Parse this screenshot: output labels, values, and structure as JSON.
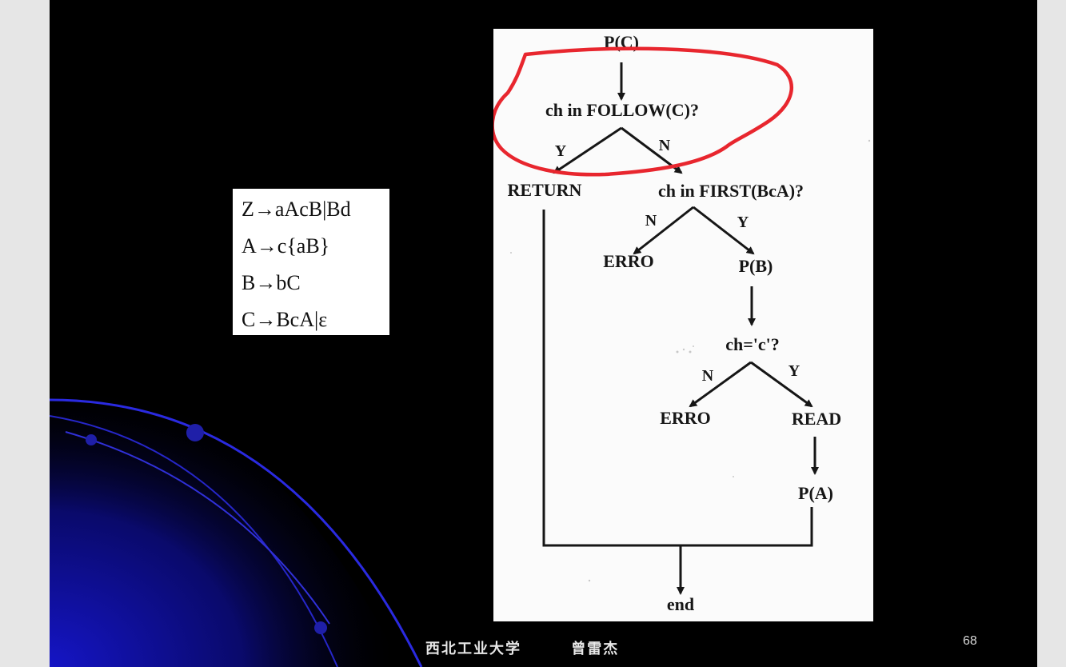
{
  "grammar": {
    "rules": [
      "Z→aAcB|Bd",
      "A→c{aB}",
      "B→bC",
      "C→BcA|ε"
    ]
  },
  "flowchart": {
    "start": "P(C)",
    "follow_test": "ch in FOLLOW(C)?",
    "follow_yes": "Y",
    "follow_no": "N",
    "return": "RETURN",
    "first_test": "ch in FIRST(BcA)?",
    "first_no": "N",
    "first_yes": "Y",
    "error_1": "ERRO",
    "call_b": "P(B)",
    "char_test": "ch='c'?",
    "char_no": "N",
    "char_yes": "Y",
    "error_2": "ERRO",
    "read": "READ",
    "call_a": "P(A)",
    "end": "end"
  },
  "footer": {
    "institution": "西北工业大学",
    "author": "曾雷杰",
    "page_number": "68"
  },
  "colors": {
    "background": "#000000",
    "annotation_circle": "#e8262e",
    "swoosh": "#1a1ad8"
  }
}
